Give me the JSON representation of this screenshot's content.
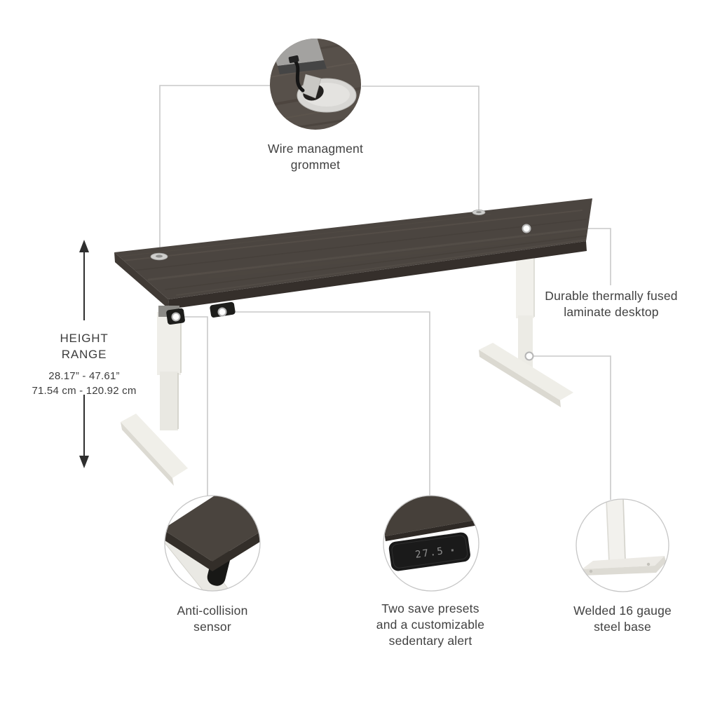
{
  "callouts": {
    "wire_grommet": {
      "lines": [
        "Wire managment",
        "grommet"
      ]
    },
    "laminate_desktop": {
      "lines": [
        "Durable thermally fused",
        "laminate desktop"
      ]
    },
    "anti_collision": {
      "lines": [
        "Anti-collision",
        "sensor"
      ]
    },
    "save_presets": {
      "lines": [
        "Two save presets",
        "and a customizable",
        "sedentary alert"
      ]
    },
    "steel_base": {
      "lines": [
        "Welded 16 gauge",
        "steel base"
      ]
    }
  },
  "height_range": {
    "label_lines": [
      "HEIGHT",
      "RANGE"
    ],
    "inches": "28.17” - 47.61”",
    "centimeters": "71.54 cm - 120.92 cm"
  },
  "product": {
    "keypad_display": "27.5"
  },
  "colors": {
    "desktop_top": "#4b4540",
    "desktop_edge": "#352f2b",
    "leg_white": "#f0efea",
    "leader_line": "#c9c9c9",
    "text": "#414141",
    "keypad_black": "#1a1a1a",
    "keypad_digits": "#8f8f8f"
  }
}
